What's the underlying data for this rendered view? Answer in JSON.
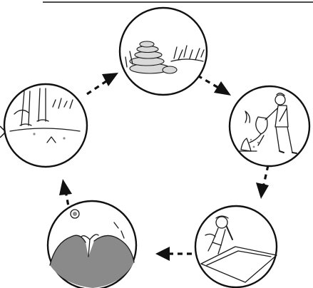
{
  "diagram": {
    "type": "cycle",
    "stages": [
      {
        "id": "stone-pile",
        "icon": "stone-pile-icon"
      },
      {
        "id": "person-burning",
        "icon": "person-burning-icon"
      },
      {
        "id": "farmer-field",
        "icon": "farmer-field-icon"
      },
      {
        "id": "seedling-terrain",
        "icon": "seedling-terrain-icon"
      },
      {
        "id": "forest-stumps",
        "icon": "forest-stumps-icon"
      }
    ],
    "arrow_style": "dashed",
    "colors": {
      "ink": "#111111",
      "background": "#ffffff",
      "shade": "#8a8a8a"
    }
  }
}
